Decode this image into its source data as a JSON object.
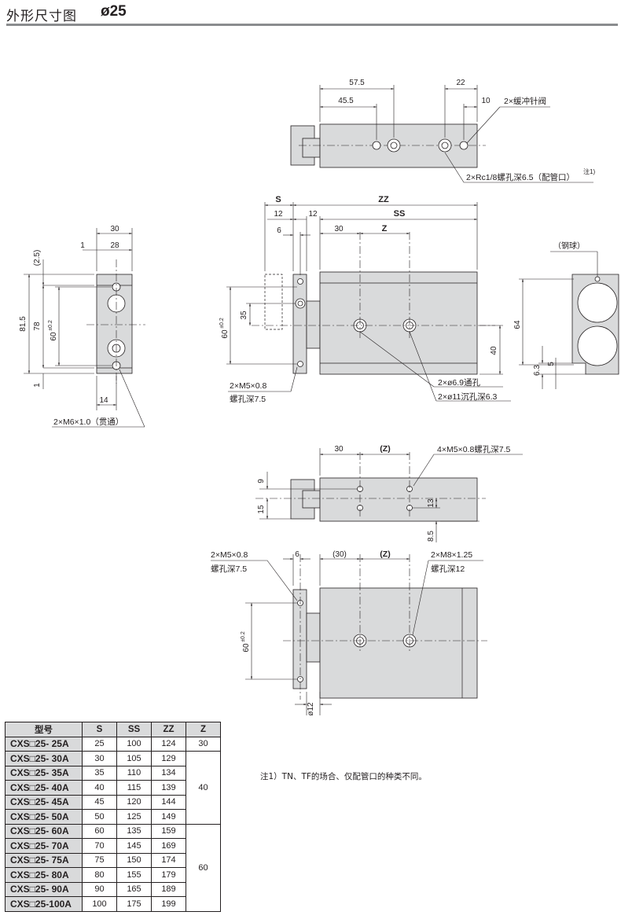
{
  "header": {
    "title": "外形尺寸图",
    "bore": "ø25"
  },
  "top_view": {
    "dims": {
      "d575": "57.5",
      "d455": "45.5",
      "d22": "22",
      "d10": "10"
    },
    "callout_valve": "2×缓冲针阀",
    "callout_port": "2×Rc1/8螺孔深6.5（配管口）",
    "note_ref": "注1)"
  },
  "left_view": {
    "dims": {
      "d30": "30",
      "d1a": "1",
      "d28": "28",
      "d25": "(2.5)",
      "d815": "81.5",
      "d78": "78",
      "d60": "60",
      "tol": "±0.2",
      "d1b": "1",
      "d14": "14"
    },
    "callout": "2×M6×1.0（贯通）"
  },
  "front_view": {
    "dims": {
      "S": "S",
      "ZZ": "ZZ",
      "d12a": "12",
      "d12b": "12",
      "SS": "SS",
      "d6": "6",
      "d30": "30",
      "Z": "Z",
      "d60": "60",
      "tol": "±0.2",
      "d35": "35",
      "d40": "40"
    },
    "callout_m5a": "2×M5×0.8",
    "callout_m5b": "螺孔深7.5",
    "callout_h1": "2×ø6.9通孔",
    "callout_h2": "2×ø11沉孔深6.3"
  },
  "right_view": {
    "ball": "（钢球）",
    "d64": "64",
    "d63": "6.3",
    "d5": "5"
  },
  "bottom_view": {
    "dims": {
      "d30": "30",
      "Z": "(Z)",
      "d9": "9",
      "d15": "15",
      "d13": "13",
      "d85": "8.5"
    },
    "callout": "4×M5×0.8螺孔深7.5"
  },
  "bottom2_view": {
    "dims": {
      "d6": "6",
      "d30": "(30)",
      "Z": "(Z)",
      "d60": "60",
      "tol": "±0.2",
      "d12": "ø12"
    },
    "callout_l1": "2×M5×0.8",
    "callout_l2": "螺孔深7.5",
    "callout_r1": "2×M8×1.25",
    "callout_r2": "螺孔深12"
  },
  "table": {
    "headers": [
      "型号",
      "S",
      "SS",
      "ZZ",
      "Z"
    ],
    "rows": [
      {
        "model": "CXS□25- 25A",
        "S": "25",
        "SS": "100",
        "ZZ": "124"
      },
      {
        "model": "CXS□25- 30A",
        "S": "30",
        "SS": "105",
        "ZZ": "129"
      },
      {
        "model": "CXS□25- 35A",
        "S": "35",
        "SS": "110",
        "ZZ": "134"
      },
      {
        "model": "CXS□25- 40A",
        "S": "40",
        "SS": "115",
        "ZZ": "139"
      },
      {
        "model": "CXS□25- 45A",
        "S": "45",
        "SS": "120",
        "ZZ": "144"
      },
      {
        "model": "CXS□25- 50A",
        "S": "50",
        "SS": "125",
        "ZZ": "149"
      },
      {
        "model": "CXS□25- 60A",
        "S": "60",
        "SS": "135",
        "ZZ": "159"
      },
      {
        "model": "CXS□25- 70A",
        "S": "70",
        "SS": "145",
        "ZZ": "169"
      },
      {
        "model": "CXS□25- 75A",
        "S": "75",
        "SS": "150",
        "ZZ": "174"
      },
      {
        "model": "CXS□25- 80A",
        "S": "80",
        "SS": "155",
        "ZZ": "179"
      },
      {
        "model": "CXS□25- 90A",
        "S": "90",
        "SS": "165",
        "ZZ": "189"
      },
      {
        "model": "CXS□25-100A",
        "S": "100",
        "SS": "175",
        "ZZ": "199"
      }
    ],
    "z_groups": [
      "30",
      "40",
      "60"
    ]
  },
  "note": "注1）TN、TF的场合、仅配管口的种类不同。"
}
